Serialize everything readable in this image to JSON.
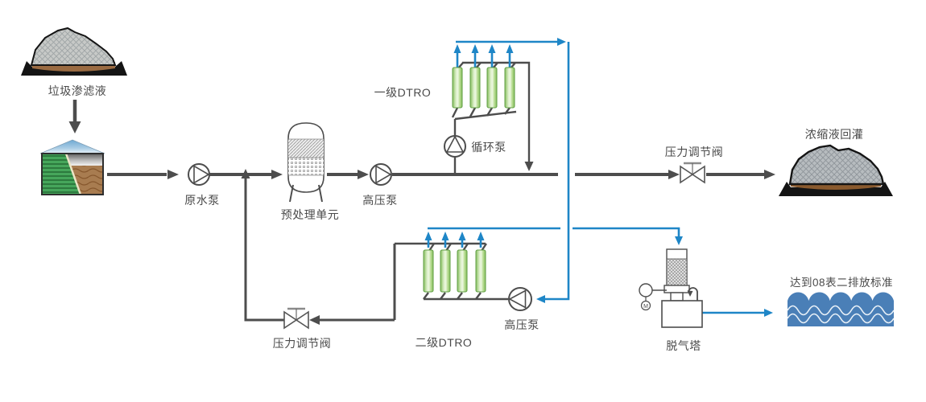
{
  "diagram": {
    "process": "DTRO landfill leachate treatment process flow",
    "labels": {
      "source_pile": "垃圾渗滤液",
      "raw_water_pump": "原水泵",
      "pretreatment_unit": "预处理单元",
      "high_pressure_pump_1": "高压泵",
      "stage1_dtro": "一级DTRO",
      "circulation_pump": "循环泵",
      "pressure_valve_top": "压力调节阀",
      "concentrate_pile": "浓缩液回灌",
      "pressure_valve_bottom": "压力调节阀",
      "stage2_dtro": "二级DTRO",
      "high_pressure_pump_2": "高压泵",
      "degassing_tower": "脱气塔",
      "discharge_standard": "达到08表二排放标准",
      "degasser_motor": "M"
    },
    "colors": {
      "pipe_dark": "#4d4d4d",
      "permeate_blue": "#1e86c7",
      "membrane_green": "#9ccb73",
      "water_blue": "#4a7fb7",
      "soil_brown": "#9a6b42",
      "pile_gray": "#c6c8c6"
    }
  }
}
